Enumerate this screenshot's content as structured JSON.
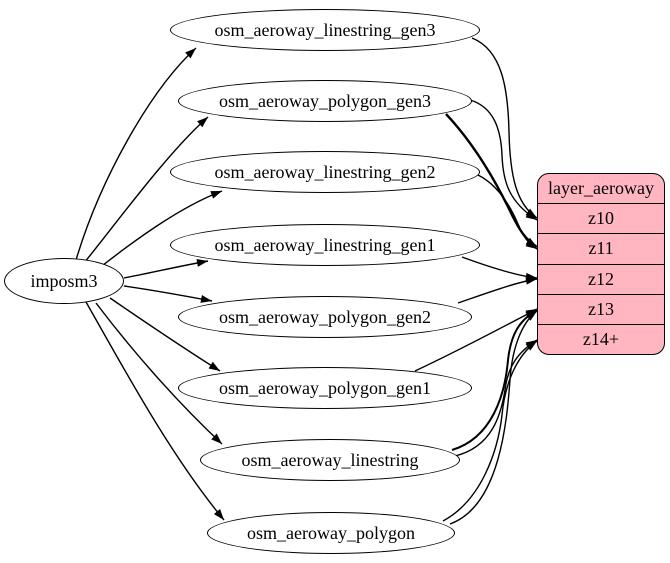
{
  "diagram": {
    "background": "#ffffff",
    "edge_color": "#000000",
    "source": {
      "id": "imposm3",
      "label": "imposm3",
      "fill": "#ffffff",
      "border": "#000000"
    },
    "tables": [
      {
        "id": "osm_aeroway_linestring_gen3",
        "label": "osm_aeroway_linestring_gen3"
      },
      {
        "id": "osm_aeroway_polygon_gen3",
        "label": "osm_aeroway_polygon_gen3"
      },
      {
        "id": "osm_aeroway_linestring_gen2",
        "label": "osm_aeroway_linestring_gen2"
      },
      {
        "id": "osm_aeroway_linestring_gen1",
        "label": "osm_aeroway_linestring_gen1"
      },
      {
        "id": "osm_aeroway_polygon_gen2",
        "label": "osm_aeroway_polygon_gen2"
      },
      {
        "id": "osm_aeroway_polygon_gen1",
        "label": "osm_aeroway_polygon_gen1"
      },
      {
        "id": "osm_aeroway_linestring",
        "label": "osm_aeroway_linestring"
      },
      {
        "id": "osm_aeroway_polygon",
        "label": "osm_aeroway_polygon"
      }
    ],
    "layer": {
      "id": "layer_aeroway",
      "title": "layer_aeroway",
      "fill": "#ffb6c1",
      "border": "#000000",
      "rows": [
        {
          "id": "z10",
          "label": "z10"
        },
        {
          "id": "z11",
          "label": "z11"
        },
        {
          "id": "z12",
          "label": "z12"
        },
        {
          "id": "z13",
          "label": "z13"
        },
        {
          "id": "z14",
          "label": "z14+"
        }
      ]
    },
    "edges": [
      {
        "from": "imposm3",
        "to": "osm_aeroway_linestring_gen3"
      },
      {
        "from": "imposm3",
        "to": "osm_aeroway_polygon_gen3"
      },
      {
        "from": "imposm3",
        "to": "osm_aeroway_linestring_gen2"
      },
      {
        "from": "imposm3",
        "to": "osm_aeroway_linestring_gen1"
      },
      {
        "from": "imposm3",
        "to": "osm_aeroway_polygon_gen2"
      },
      {
        "from": "imposm3",
        "to": "osm_aeroway_polygon_gen1"
      },
      {
        "from": "imposm3",
        "to": "osm_aeroway_linestring"
      },
      {
        "from": "imposm3",
        "to": "osm_aeroway_polygon"
      },
      {
        "from": "osm_aeroway_linestring_gen3",
        "to": "z10"
      },
      {
        "from": "osm_aeroway_polygon_gen3",
        "to": "z10"
      },
      {
        "from": "osm_aeroway_polygon_gen3",
        "to": "z11"
      },
      {
        "from": "osm_aeroway_linestring_gen2",
        "to": "z11"
      },
      {
        "from": "osm_aeroway_linestring_gen1",
        "to": "z12"
      },
      {
        "from": "osm_aeroway_polygon_gen2",
        "to": "z12"
      },
      {
        "from": "osm_aeroway_polygon_gen1",
        "to": "z13"
      },
      {
        "from": "osm_aeroway_linestring",
        "to": "z13"
      },
      {
        "from": "osm_aeroway_polygon",
        "to": "z13"
      },
      {
        "from": "osm_aeroway_linestring",
        "to": "z14"
      },
      {
        "from": "osm_aeroway_polygon",
        "to": "z14"
      }
    ]
  }
}
